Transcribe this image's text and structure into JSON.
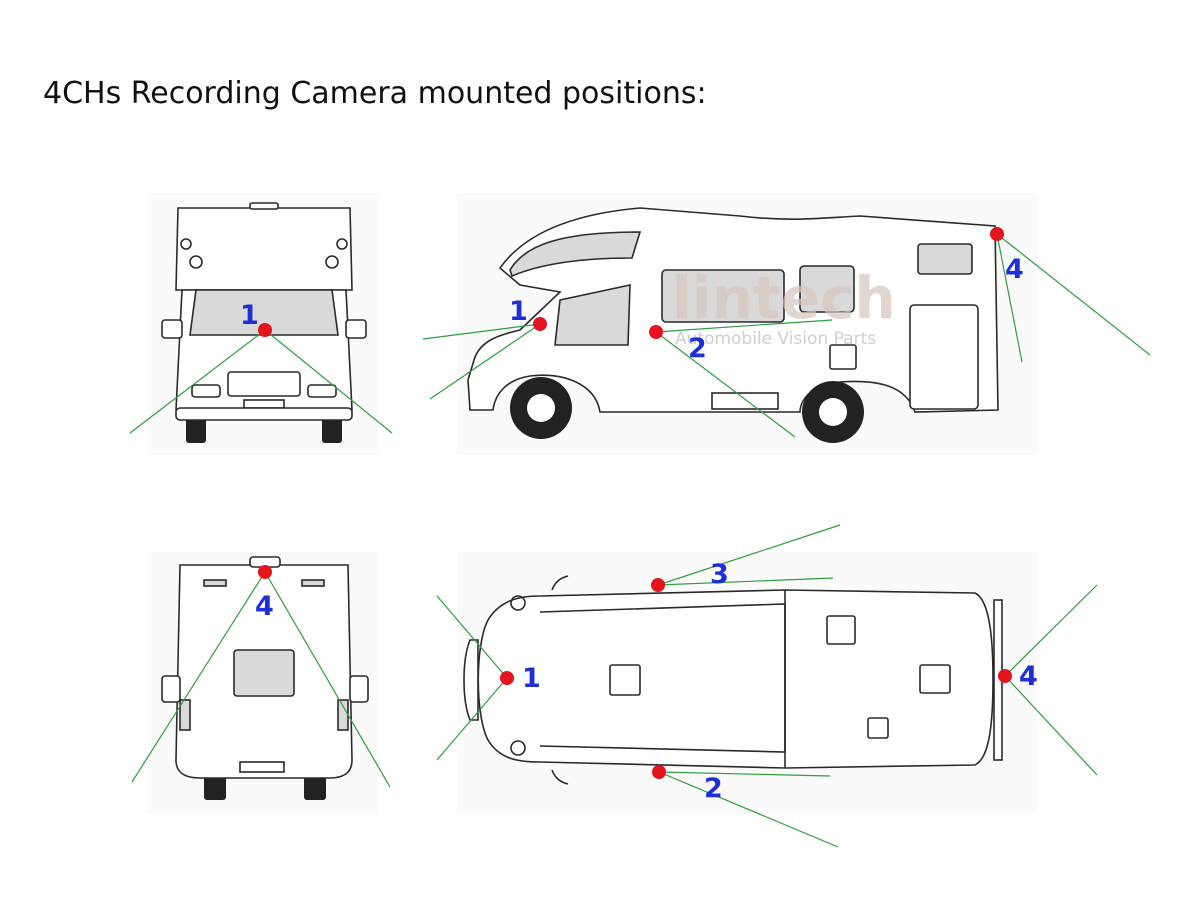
{
  "title": "4CHs Recording Camera mounted positions:",
  "watermark": {
    "brand": "lintech",
    "tagline": "Automobile Vision Parts"
  },
  "colors": {
    "camera_dot": "#e3141e",
    "view_line": "#2e9e3e",
    "label": "#1f2fd6"
  },
  "views": {
    "front": {
      "cameras": [
        {
          "label": "1"
        }
      ]
    },
    "side": {
      "cameras": [
        {
          "label": "1"
        },
        {
          "label": "2"
        },
        {
          "label": "4"
        }
      ]
    },
    "rear": {
      "cameras": [
        {
          "label": "4"
        }
      ]
    },
    "top": {
      "cameras": [
        {
          "label": "3"
        },
        {
          "label": "1"
        },
        {
          "label": "4"
        },
        {
          "label": "2"
        }
      ]
    }
  }
}
